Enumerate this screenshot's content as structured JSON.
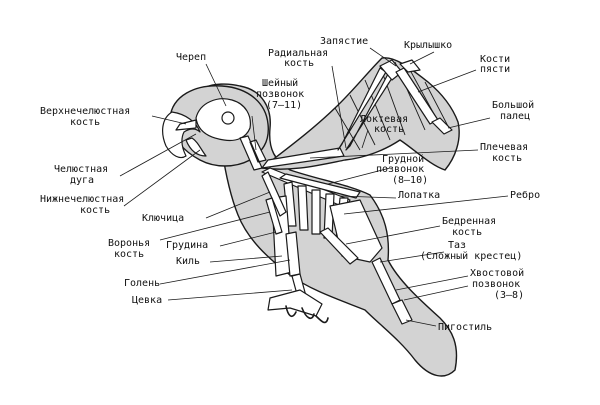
{
  "labels": {
    "skull": "Череп",
    "radius_1": "Радиальная",
    "radius_2": "кость",
    "wrist": "Запястие",
    "alula": "Крылышко",
    "metacarpals_1": "Кости",
    "metacarpals_2": "пясти",
    "cervical_1": "Шейный",
    "cervical_2": "позвонок",
    "cervical_3": "(7–11)",
    "upper_jaw_1": "Верхнечелюстная",
    "upper_jaw_2": "кость",
    "big_finger_1": "Большой",
    "big_finger_2": "палец",
    "ulna_1": "Локтевая",
    "ulna_2": "кость",
    "humerus_1": "Плечевая",
    "humerus_2": "кость",
    "jaw_arch_1": "Челюстная",
    "jaw_arch_2": "дуга",
    "thoracic_1": "Грудной",
    "thoracic_2": "позвонок",
    "thoracic_3": "(8–10)",
    "lower_jaw_1": "Нижнечелюстная",
    "lower_jaw_2": "кость",
    "scapula": "Лопатка",
    "rib": "Ребро",
    "clavicle": "Ключица",
    "femur_1": "Бедренная",
    "femur_2": "кость",
    "coracoid_1": "Воронья",
    "coracoid_2": "кость",
    "sternum": "Грудина",
    "pelvis_1": "Таз",
    "pelvis_2": "(Сложный крестец)",
    "keel": "Киль",
    "tibia": "Голень",
    "caudal_1": "Хвостовой",
    "caudal_2": "позвонок",
    "caudal_3": "(3–8)",
    "tarsus": "Цевка",
    "pygostyle": "Пигостиль"
  },
  "colors": {
    "skin": "#d3d3d3",
    "bone": "#ffffff",
    "ink": "#1a1a1a"
  }
}
